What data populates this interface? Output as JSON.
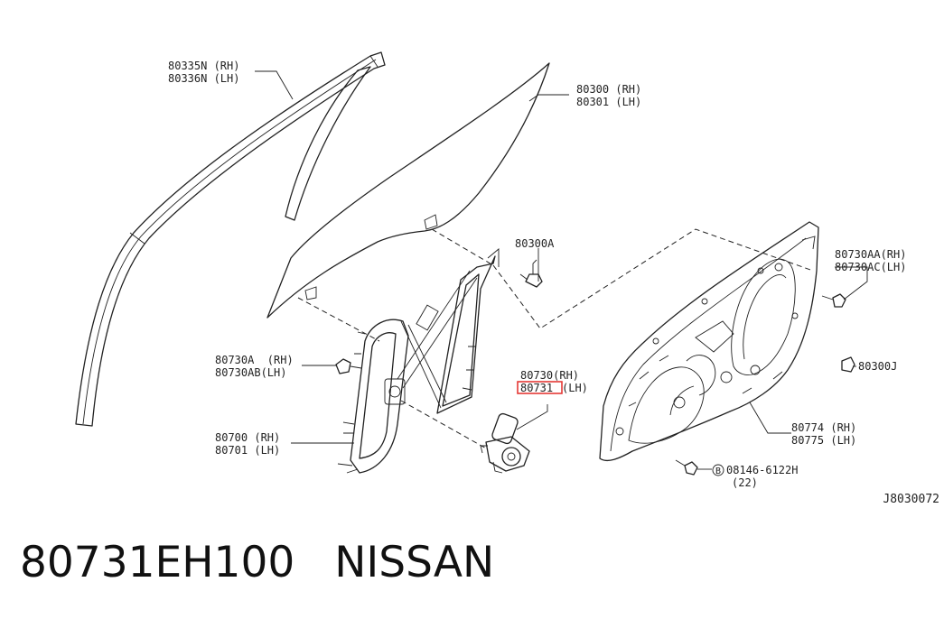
{
  "callouts": {
    "c80335": {
      "rh": "80335N (RH)",
      "lh": "80336N (LH)"
    },
    "c80300": {
      "rh": "80300 (RH)",
      "lh": "80301 (LH)"
    },
    "c80300a": {
      "label": "80300A"
    },
    "c80730aa": {
      "rh": "80730AA(RH)",
      "lh": "80730AC(LH)"
    },
    "c80730a": {
      "rh": "80730A  (RH)",
      "lh": "80730AB(LH)"
    },
    "c80730": {
      "rh": "80730(RH)",
      "lh_part": "80731",
      "lh_suffix": "(LH)"
    },
    "c80300j": {
      "label": "80300J"
    },
    "c80700": {
      "rh": "80700 (RH)",
      "lh": "80701 (LH)"
    },
    "c80774": {
      "rh": "80774 (RH)",
      "lh": "80775 (LH)"
    },
    "c08146": {
      "symbol": "B",
      "part": "08146-6122H",
      "qty": "(22)"
    }
  },
  "diagram_code": "J8030072",
  "highlight_color": "#e53935",
  "caption": {
    "part_number": "80731EH100",
    "brand": "NISSAN"
  }
}
